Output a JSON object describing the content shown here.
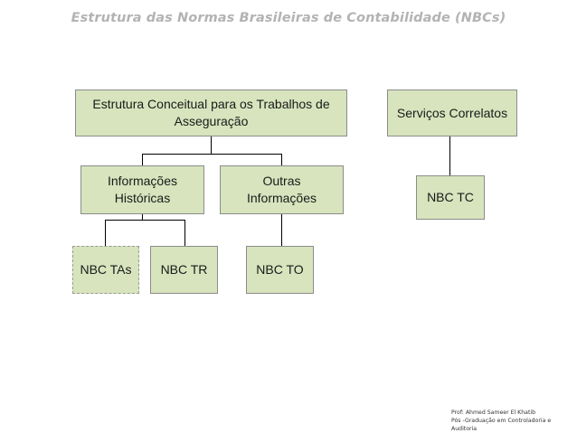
{
  "title": "Estrutura das Normas Brasileiras de Contabilidade (NBCs)",
  "boxes": {
    "estrutura_conceitual": "Estrutura Conceitual para os Trabalhos de Asseguração",
    "servicos_correlatos": "Serviços Correlatos",
    "informacoes_historicas": "Informações Históricas",
    "outras_informacoes": "Outras Informações",
    "nbc_tc": "NBC TC",
    "nbc_tas": "NBC TAs",
    "nbc_tr": "NBC TR",
    "nbc_to": "NBC TO"
  },
  "colors": {
    "box_fill": "#d7e4bd",
    "box_border": "#8c8c8c",
    "title": "#b3b3b3"
  },
  "footer": {
    "line1": "Prof: Ahmed Sameer El Khatib",
    "line2": "Pós -Graduação em Controladoria e Auditoria"
  }
}
